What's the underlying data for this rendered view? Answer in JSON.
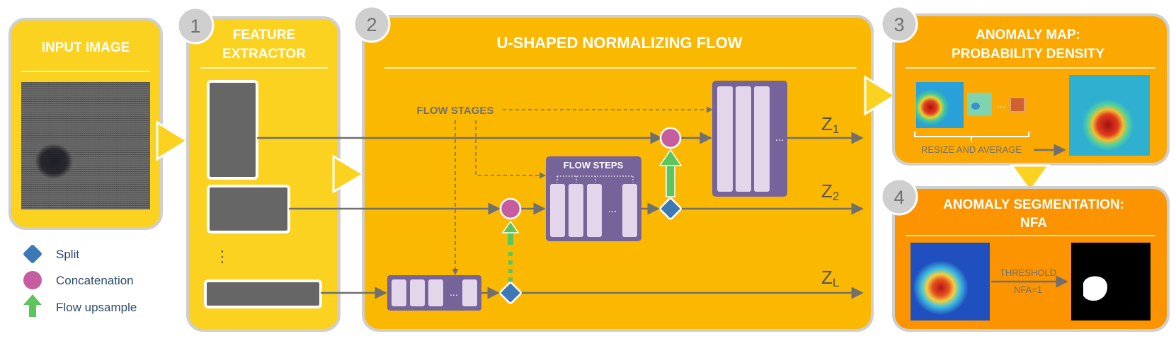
{
  "panels": {
    "input": {
      "title": "INPUT IMAGE"
    },
    "feature": {
      "number": "1",
      "title_line1": "FEATURE",
      "title_line2": "EXTRACTOR",
      "ellipsis": "⋮"
    },
    "flow": {
      "number": "2",
      "title": "U-SHAPED NORMALIZING FLOW",
      "flow_stages_label": "FLOW STAGES",
      "flow_steps_label": "FLOW STEPS",
      "ellipsis": "...",
      "outputs": [
        {
          "main": "Z",
          "sub": "1"
        },
        {
          "main": "Z",
          "sub": "2"
        },
        {
          "main": "Z",
          "sub": "L"
        }
      ]
    },
    "anomaly_map": {
      "number": "3",
      "title_line1": "ANOMALY MAP:",
      "title_line2": "PROBABILITY DENSITY",
      "resize_label": "RESIZE AND AVERAGE",
      "ellipsis": "..."
    },
    "segmentation": {
      "number": "4",
      "title_line1": "ANOMALY SEGMENTATION:",
      "title_line2": "NFA",
      "threshold_line1": "THRESHOLD",
      "threshold_line2": "NFA=1"
    }
  },
  "legend": [
    {
      "shape": "diamond",
      "label": "Split",
      "color": "#3d7ab5"
    },
    {
      "shape": "circle",
      "label": "Concatenation",
      "color": "#c65d9e"
    },
    {
      "shape": "arrow",
      "label": "Flow upsample",
      "color": "#5cc65c"
    }
  ],
  "colors": {
    "panel_yellow": "#fbd21f",
    "panel_amber": "#fbb800",
    "panel_orange_1": "#fba800",
    "panel_orange_2": "#fb9400",
    "panel_border": "#cfcfcf",
    "block_purple": "#75639a",
    "block_lilac": "#e3d6ea",
    "feature_gray": "#666666",
    "line_gray": "#707070",
    "legend_text": "#2b4a6f"
  }
}
